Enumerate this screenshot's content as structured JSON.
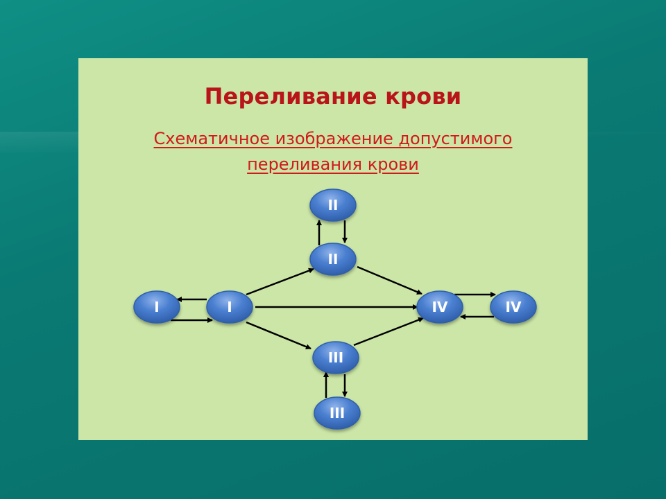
{
  "slide": {
    "title": "Переливание крови",
    "subtitle_line1": "Схематичное изображение допустимого",
    "subtitle_line2": "переливания крови"
  },
  "diagram": {
    "nodes": [
      {
        "id": "n-i-left",
        "label": "I"
      },
      {
        "id": "n-i-main",
        "label": "I"
      },
      {
        "id": "n-ii-top",
        "label": "II"
      },
      {
        "id": "n-ii-main",
        "label": "II"
      },
      {
        "id": "n-iii-main",
        "label": "III"
      },
      {
        "id": "n-iii-bottom",
        "label": "III"
      },
      {
        "id": "n-iv-main",
        "label": "IV"
      },
      {
        "id": "n-iv-right",
        "label": "IV"
      }
    ],
    "edges": [
      {
        "from": "n-i-main",
        "to": "n-i-left"
      },
      {
        "from": "n-i-left",
        "to": "n-i-main"
      },
      {
        "from": "n-ii-main",
        "to": "n-ii-top"
      },
      {
        "from": "n-ii-top",
        "to": "n-ii-main"
      },
      {
        "from": "n-iii-main",
        "to": "n-iii-bottom"
      },
      {
        "from": "n-iii-bottom",
        "to": "n-iii-main"
      },
      {
        "from": "n-iv-main",
        "to": "n-iv-right"
      },
      {
        "from": "n-iv-right",
        "to": "n-iv-main"
      },
      {
        "from": "n-i-main",
        "to": "n-ii-main"
      },
      {
        "from": "n-i-main",
        "to": "n-iv-main"
      },
      {
        "from": "n-i-main",
        "to": "n-iii-main"
      },
      {
        "from": "n-ii-main",
        "to": "n-iv-main"
      },
      {
        "from": "n-iii-main",
        "to": "n-iv-main"
      }
    ],
    "colors": {
      "node_fill": "#3d73c4",
      "node_stroke": "#2f5fa8",
      "arrow": "#000000",
      "title": "#b8141a",
      "subtitle": "#d11a1a",
      "panel": "#cbe6a6"
    }
  }
}
